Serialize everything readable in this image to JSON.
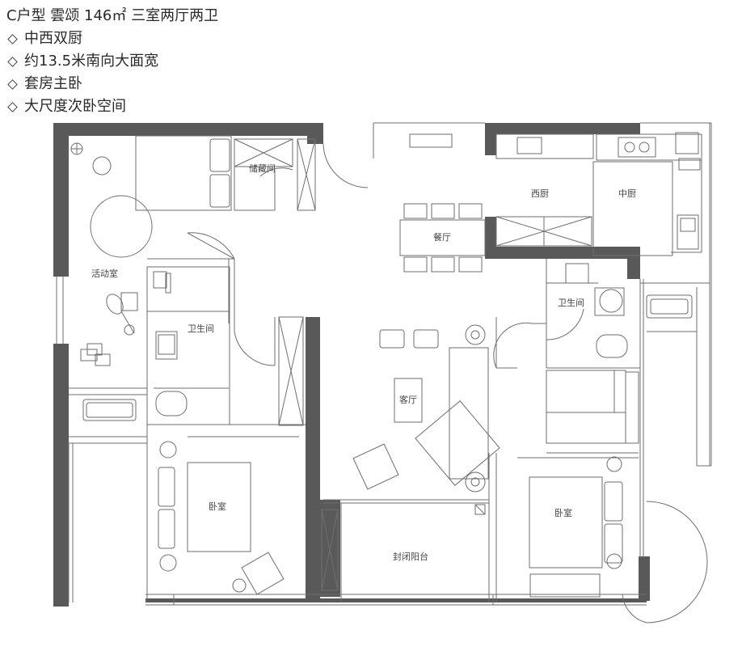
{
  "header": {
    "title": "C户型 雲颂 146㎡ 三室两厅两卫",
    "features": [
      "中西双厨",
      "约13.5米南向大面宽",
      "套房主卧",
      "大尺度次卧空间"
    ]
  },
  "rooms": {
    "storage": "储藏间",
    "activity": "活动室",
    "dining": "餐厅",
    "western_kitchen": "西厨",
    "chinese_kitchen": "中厨",
    "bath_left": "卫生间",
    "bath_right": "卫生间",
    "living": "客厅",
    "bedroom_left": "卧室",
    "bedroom_right": "卧室",
    "balcony": "封闭阳台"
  },
  "colors": {
    "wall": "#595959",
    "line": "#6e6e6e",
    "fill": "#ffffff"
  }
}
